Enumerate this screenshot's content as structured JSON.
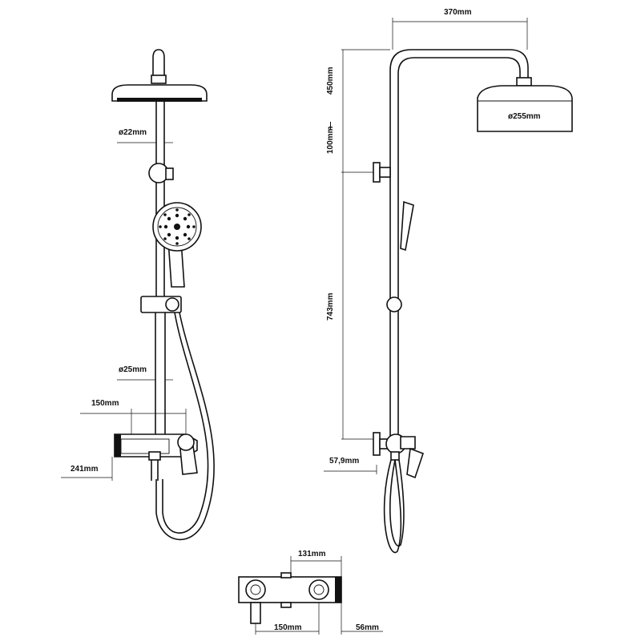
{
  "dimensions": {
    "front_pipe_diameter_top": "ø22mm",
    "front_pipe_diameter_bottom": "ø25mm",
    "front_mixer_width": "150mm",
    "front_mixer_height": "241mm",
    "side_arm_reach": "370mm",
    "side_top_height": "450mm",
    "side_dash": "—",
    "side_arm_drop": "100mm",
    "side_rail_height": "743mm",
    "head_diameter": "ø255mm",
    "side_wall_offset": "57,9mm",
    "bottom_spout_width": "131mm",
    "bottom_centers": "150mm",
    "bottom_depth": "56mm"
  }
}
